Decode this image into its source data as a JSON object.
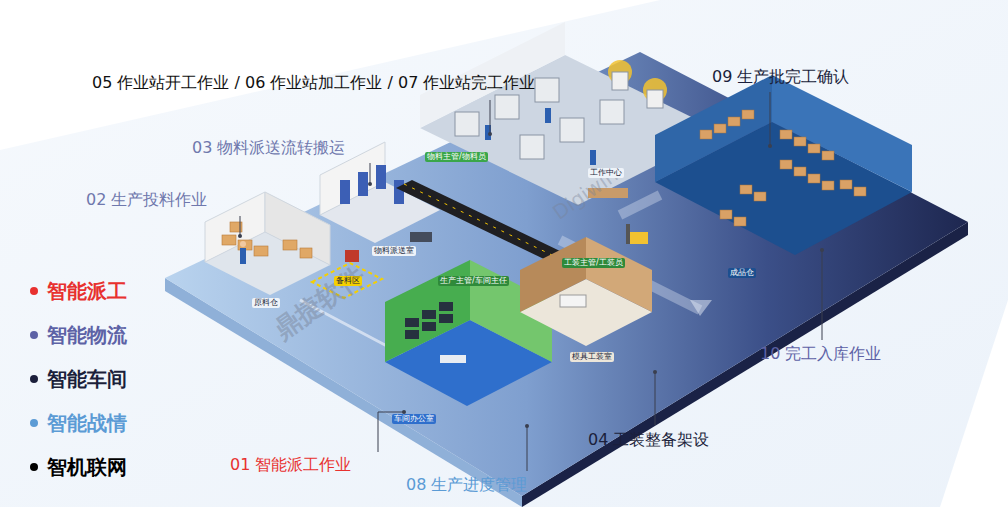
{
  "diagram": {
    "labels": [
      "05 作业站开工作业 / 06 作业站加工作业 / 07 作业站完工作业",
      "09 生产批完工确认",
      "03 物料派送流转搬运",
      "02 生产投料作业",
      "10 完工入库作业",
      "04 工装整备架设",
      "01 智能派工作业",
      "08 生产进度管理",
      "鼎捷软件",
      "Digiwin",
      "原料仓",
      "物料派送室",
      "备料区",
      "物料主管/物料员",
      "工作中心",
      "成品仓",
      "车间办公室",
      "模具工装室",
      "生产主管/车间主任",
      "工装主管/工装员"
    ],
    "legend": [
      {
        "text": "智能派工",
        "color": "#e8312f"
      },
      {
        "text": "智能物流",
        "color": "#5d62a6"
      },
      {
        "text": "智能车间",
        "color": "#1b1f3b"
      },
      {
        "text": "智能战情",
        "color": "#5b9bd5"
      },
      {
        "text": "智机联网",
        "color": "#000000"
      }
    ]
  }
}
